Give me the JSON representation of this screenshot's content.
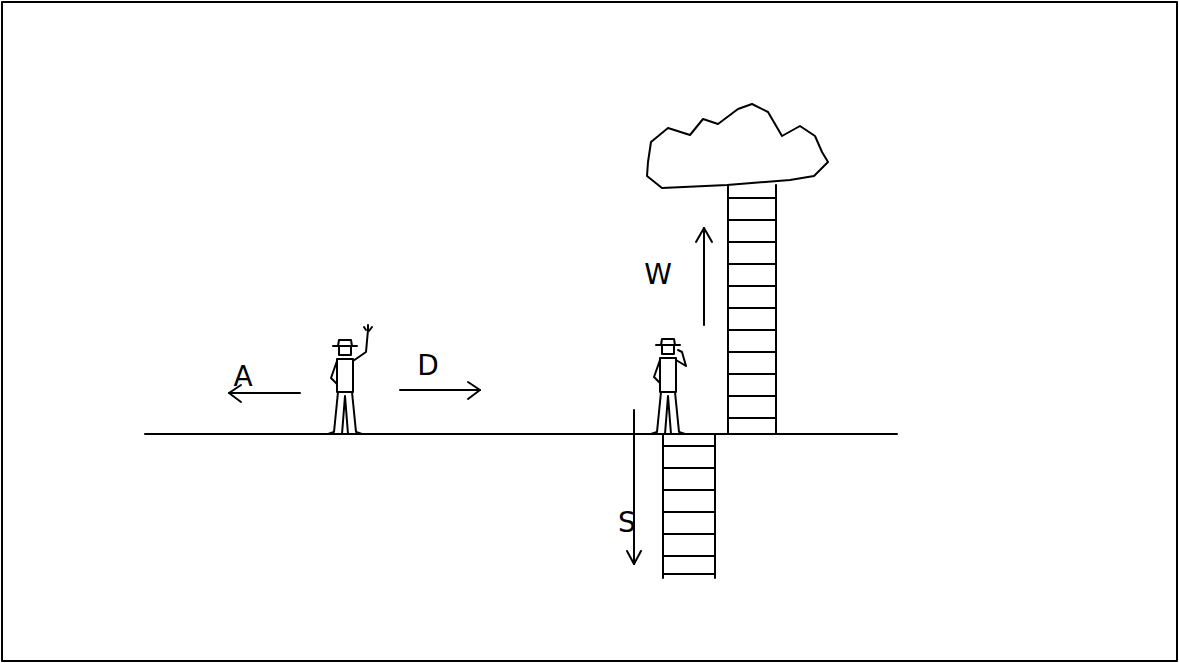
{
  "diagram": {
    "labels": [
      "A",
      "D",
      "W",
      "S"
    ]
  }
}
